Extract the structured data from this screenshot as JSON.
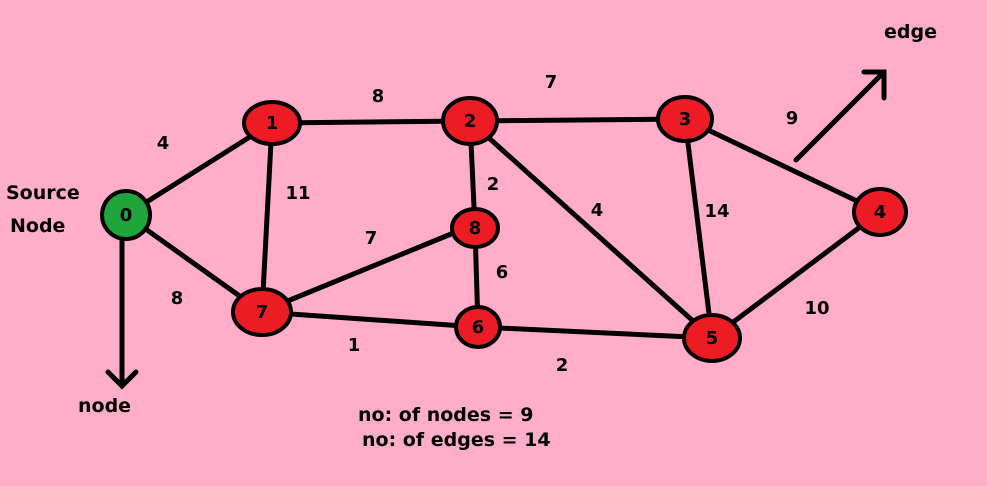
{
  "graph": {
    "nodes": [
      {
        "id": "0",
        "label": "0",
        "color": "#1fa63a"
      },
      {
        "id": "1",
        "label": "1",
        "color": "#ed1c24"
      },
      {
        "id": "2",
        "label": "2",
        "color": "#ed1c24"
      },
      {
        "id": "3",
        "label": "3",
        "color": "#ed1c24"
      },
      {
        "id": "4",
        "label": "4",
        "color": "#ed1c24"
      },
      {
        "id": "5",
        "label": "5",
        "color": "#ed1c24"
      },
      {
        "id": "6",
        "label": "6",
        "color": "#ed1c24"
      },
      {
        "id": "7",
        "label": "7",
        "color": "#ed1c24"
      },
      {
        "id": "8",
        "label": "8",
        "color": "#ed1c24"
      }
    ],
    "edges": [
      {
        "from": "0",
        "to": "1",
        "weight": "4"
      },
      {
        "from": "0",
        "to": "7",
        "weight": "8"
      },
      {
        "from": "1",
        "to": "2",
        "weight": "8"
      },
      {
        "from": "1",
        "to": "7",
        "weight": "11"
      },
      {
        "from": "2",
        "to": "3",
        "weight": "7"
      },
      {
        "from": "2",
        "to": "8",
        "weight": "2"
      },
      {
        "from": "2",
        "to": "5",
        "weight": "4"
      },
      {
        "from": "3",
        "to": "4",
        "weight": "9"
      },
      {
        "from": "3",
        "to": "5",
        "weight": "14"
      },
      {
        "from": "4",
        "to": "5",
        "weight": "10"
      },
      {
        "from": "5",
        "to": "6",
        "weight": "2"
      },
      {
        "from": "6",
        "to": "7",
        "weight": "1"
      },
      {
        "from": "6",
        "to": "8",
        "weight": "6"
      },
      {
        "from": "7",
        "to": "8",
        "weight": "7"
      }
    ]
  },
  "annotations": {
    "source_line1": "Source",
    "source_line2": "Node",
    "node_caption": "node",
    "edge_caption": "edge"
  },
  "summary": {
    "nodes_line": "no: of nodes = 9",
    "edges_line": "no: of edges = 14"
  }
}
